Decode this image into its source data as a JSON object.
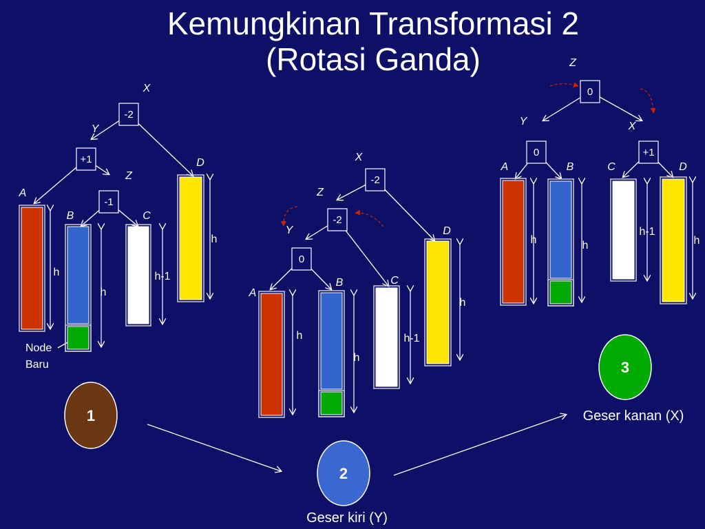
{
  "title": {
    "line1": "Kemungkinan Transformasi 2",
    "line2": "(Rotasi Ganda)"
  },
  "colors": {
    "background": "#0e0f66",
    "red": "#cc3300",
    "blue": "#3366cc",
    "green": "#00aa00",
    "yellow": "#ffe600",
    "white": "#ffffff",
    "brown": "#6b3612",
    "step_green": "#00aa00",
    "step_blue": "#3a67d0",
    "arrow_red": "#cc2200"
  },
  "trees": [
    {
      "name": "tree-1",
      "nodes": [
        {
          "id": "x",
          "label": "X",
          "value": "-2"
        },
        {
          "id": "y",
          "label": "Y",
          "value": "+1"
        },
        {
          "id": "z",
          "label": "Z",
          "value": "-1"
        }
      ],
      "subtrees": [
        {
          "id": "a",
          "label": "A",
          "color": "red",
          "height_label": "h",
          "new_node": false
        },
        {
          "id": "b",
          "label": "B",
          "color": "blue",
          "height_label": "h",
          "new_node": true
        },
        {
          "id": "c",
          "label": "C",
          "color": "white",
          "height_label": "h-1",
          "new_node": false
        },
        {
          "id": "d",
          "label": "D",
          "color": "yellow",
          "height_label": "h",
          "new_node": false
        }
      ],
      "annotation": {
        "line1": "Node",
        "line2": "Baru"
      }
    },
    {
      "name": "tree-2",
      "nodes": [
        {
          "id": "x",
          "label": "X",
          "value": "-2"
        },
        {
          "id": "z",
          "label": "Z",
          "value": "-2"
        },
        {
          "id": "y",
          "label": "Y",
          "value": "0"
        }
      ],
      "subtrees": [
        {
          "id": "a",
          "label": "A",
          "color": "red",
          "height_label": "h",
          "new_node": false
        },
        {
          "id": "b",
          "label": "B",
          "color": "blue",
          "height_label": "h",
          "new_node": true
        },
        {
          "id": "c",
          "label": "C",
          "color": "white",
          "height_label": "h-1",
          "new_node": false
        },
        {
          "id": "d",
          "label": "D",
          "color": "yellow",
          "height_label": "h",
          "new_node": false
        }
      ]
    },
    {
      "name": "tree-3",
      "nodes": [
        {
          "id": "z",
          "label": "Z",
          "value": "0"
        },
        {
          "id": "y",
          "label": "Y",
          "value": "0"
        },
        {
          "id": "x",
          "label": "X",
          "value": "+1"
        }
      ],
      "subtrees": [
        {
          "id": "a",
          "label": "A",
          "color": "red",
          "height_label": "h",
          "new_node": false
        },
        {
          "id": "b",
          "label": "B",
          "color": "blue",
          "height_label": "h",
          "new_node": true
        },
        {
          "id": "c",
          "label": "C",
          "color": "white",
          "height_label": "h-1",
          "new_node": false
        },
        {
          "id": "d",
          "label": "D",
          "color": "yellow",
          "height_label": "h",
          "new_node": false
        }
      ]
    }
  ],
  "steps": [
    {
      "number": "1",
      "color": "brown",
      "caption": ""
    },
    {
      "number": "2",
      "color": "step_blue",
      "caption": "Geser kiri (Y)"
    },
    {
      "number": "3",
      "color": "step_green",
      "caption": "Geser kanan (X)"
    }
  ]
}
